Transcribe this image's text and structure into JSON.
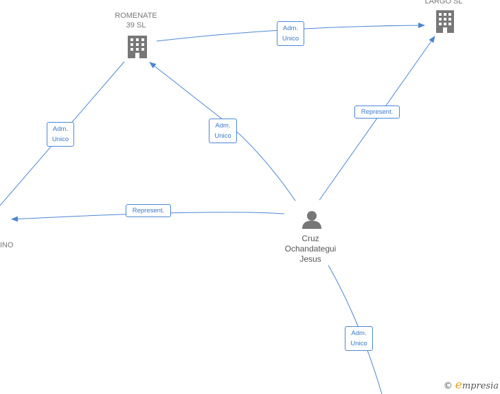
{
  "nodes": {
    "romenate": {
      "label_line1": "ROMENATE",
      "label_line2": "39  SL",
      "icon": "building-icon"
    },
    "largo": {
      "label": "LARGO SL",
      "icon": "building-icon"
    },
    "left_company": {
      "label": "INO",
      "icon": "building-icon"
    },
    "person": {
      "line1": "Cruz",
      "line2": "Ochandategui",
      "line3": "Jesus",
      "icon": "person-icon"
    }
  },
  "edges": {
    "romenate_largo": {
      "line1": "Adm.",
      "line2": "Unico"
    },
    "romenate_left": {
      "line1": "Adm.",
      "line2": "Unico"
    },
    "person_romenate": {
      "line1": "Adm.",
      "line2": "Unico"
    },
    "person_largo": {
      "line1": "Represent."
    },
    "person_left": {
      "line1": "Represent."
    },
    "person_bottom": {
      "line1": "Adm.",
      "line2": "Unico"
    }
  },
  "colors": {
    "edge": "#4a86d4",
    "node_icon": "#777777",
    "brand_accent": "#e8a020"
  },
  "watermark": {
    "copyright": "©",
    "brand_initial": "e",
    "brand_rest": "mpresia"
  }
}
